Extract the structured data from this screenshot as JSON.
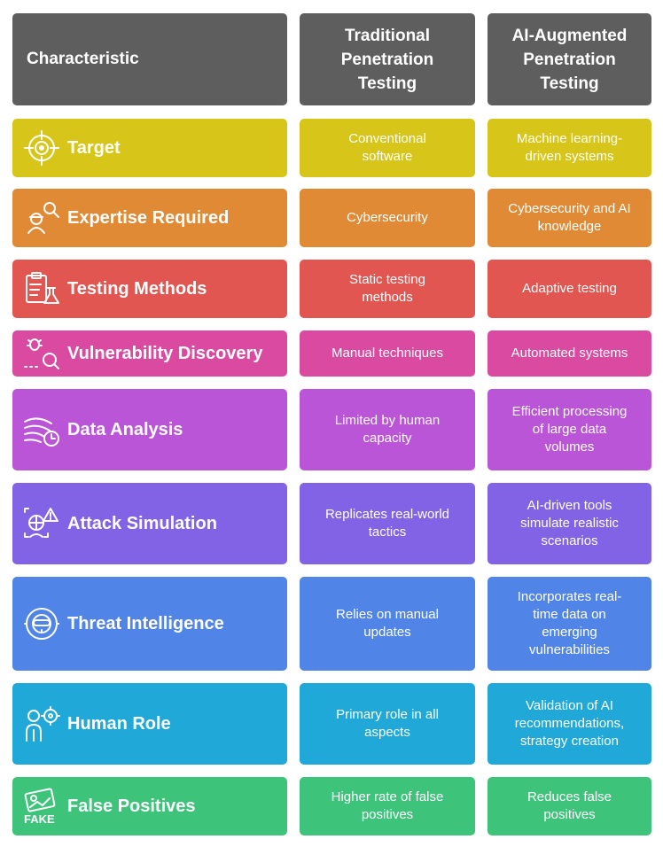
{
  "header": {
    "characteristic": "Characteristic",
    "traditional": [
      "Traditional",
      "Penetration",
      "Testing"
    ],
    "ai": [
      "AI-Augmented",
      "Penetration",
      "Testing"
    ]
  },
  "rows": [
    {
      "color": "#d8c51a",
      "icon": "target-crosshair-icon",
      "label": "Target",
      "traditional": [
        "Conventional",
        "software"
      ],
      "ai": [
        "Machine learning-",
        "driven systems"
      ]
    },
    {
      "color": "#e08a36",
      "icon": "expert-search-icon",
      "label": "Expertise Required",
      "traditional": [
        "Cybersecurity"
      ],
      "ai": [
        "Cybersecurity and AI",
        "knowledge"
      ]
    },
    {
      "color": "#e25651",
      "icon": "clipboard-flask-icon",
      "label": "Testing Methods",
      "traditional": [
        "Static testing",
        "methods"
      ],
      "ai": [
        "Adaptive testing"
      ]
    },
    {
      "color": "#d94aa0",
      "icon": "bug-search-icon",
      "label": "Vulnerability Discovery",
      "traditional": [
        "Manual techniques"
      ],
      "ai": [
        "Automated systems"
      ]
    },
    {
      "color": "#bb55d8",
      "icon": "data-flow-clock-icon",
      "label": "Data Analysis",
      "traditional": [
        "Limited by human",
        "capacity"
      ],
      "ai": [
        "Efficient processing",
        "of large data",
        "volumes"
      ]
    },
    {
      "color": "#8263e6",
      "icon": "attack-warning-icon",
      "label": "Attack Simulation",
      "traditional": [
        "Replicates real-world",
        "tactics"
      ],
      "ai": [
        "AI-driven tools",
        "simulate realistic",
        "scenarios"
      ]
    },
    {
      "color": "#5084e6",
      "icon": "masked-hacker-icon",
      "label": "Threat Intelligence",
      "traditional": [
        "Relies on manual",
        "updates"
      ],
      "ai": [
        "Incorporates real-",
        "time data on",
        "emerging",
        "vulnerabilities"
      ]
    },
    {
      "color": "#1fa8d8",
      "icon": "person-target-icon",
      "label": "Human Role",
      "traditional": [
        "Primary role in all",
        "aspects"
      ],
      "ai": [
        "Validation of AI",
        "recommendations,",
        "strategy creation"
      ]
    },
    {
      "color": "#3ec47a",
      "icon": "fake-photo-icon",
      "label": "False Positives",
      "traditional": [
        "Higher rate of false",
        "positives"
      ],
      "ai": [
        "Reduces false",
        "positives"
      ]
    }
  ]
}
